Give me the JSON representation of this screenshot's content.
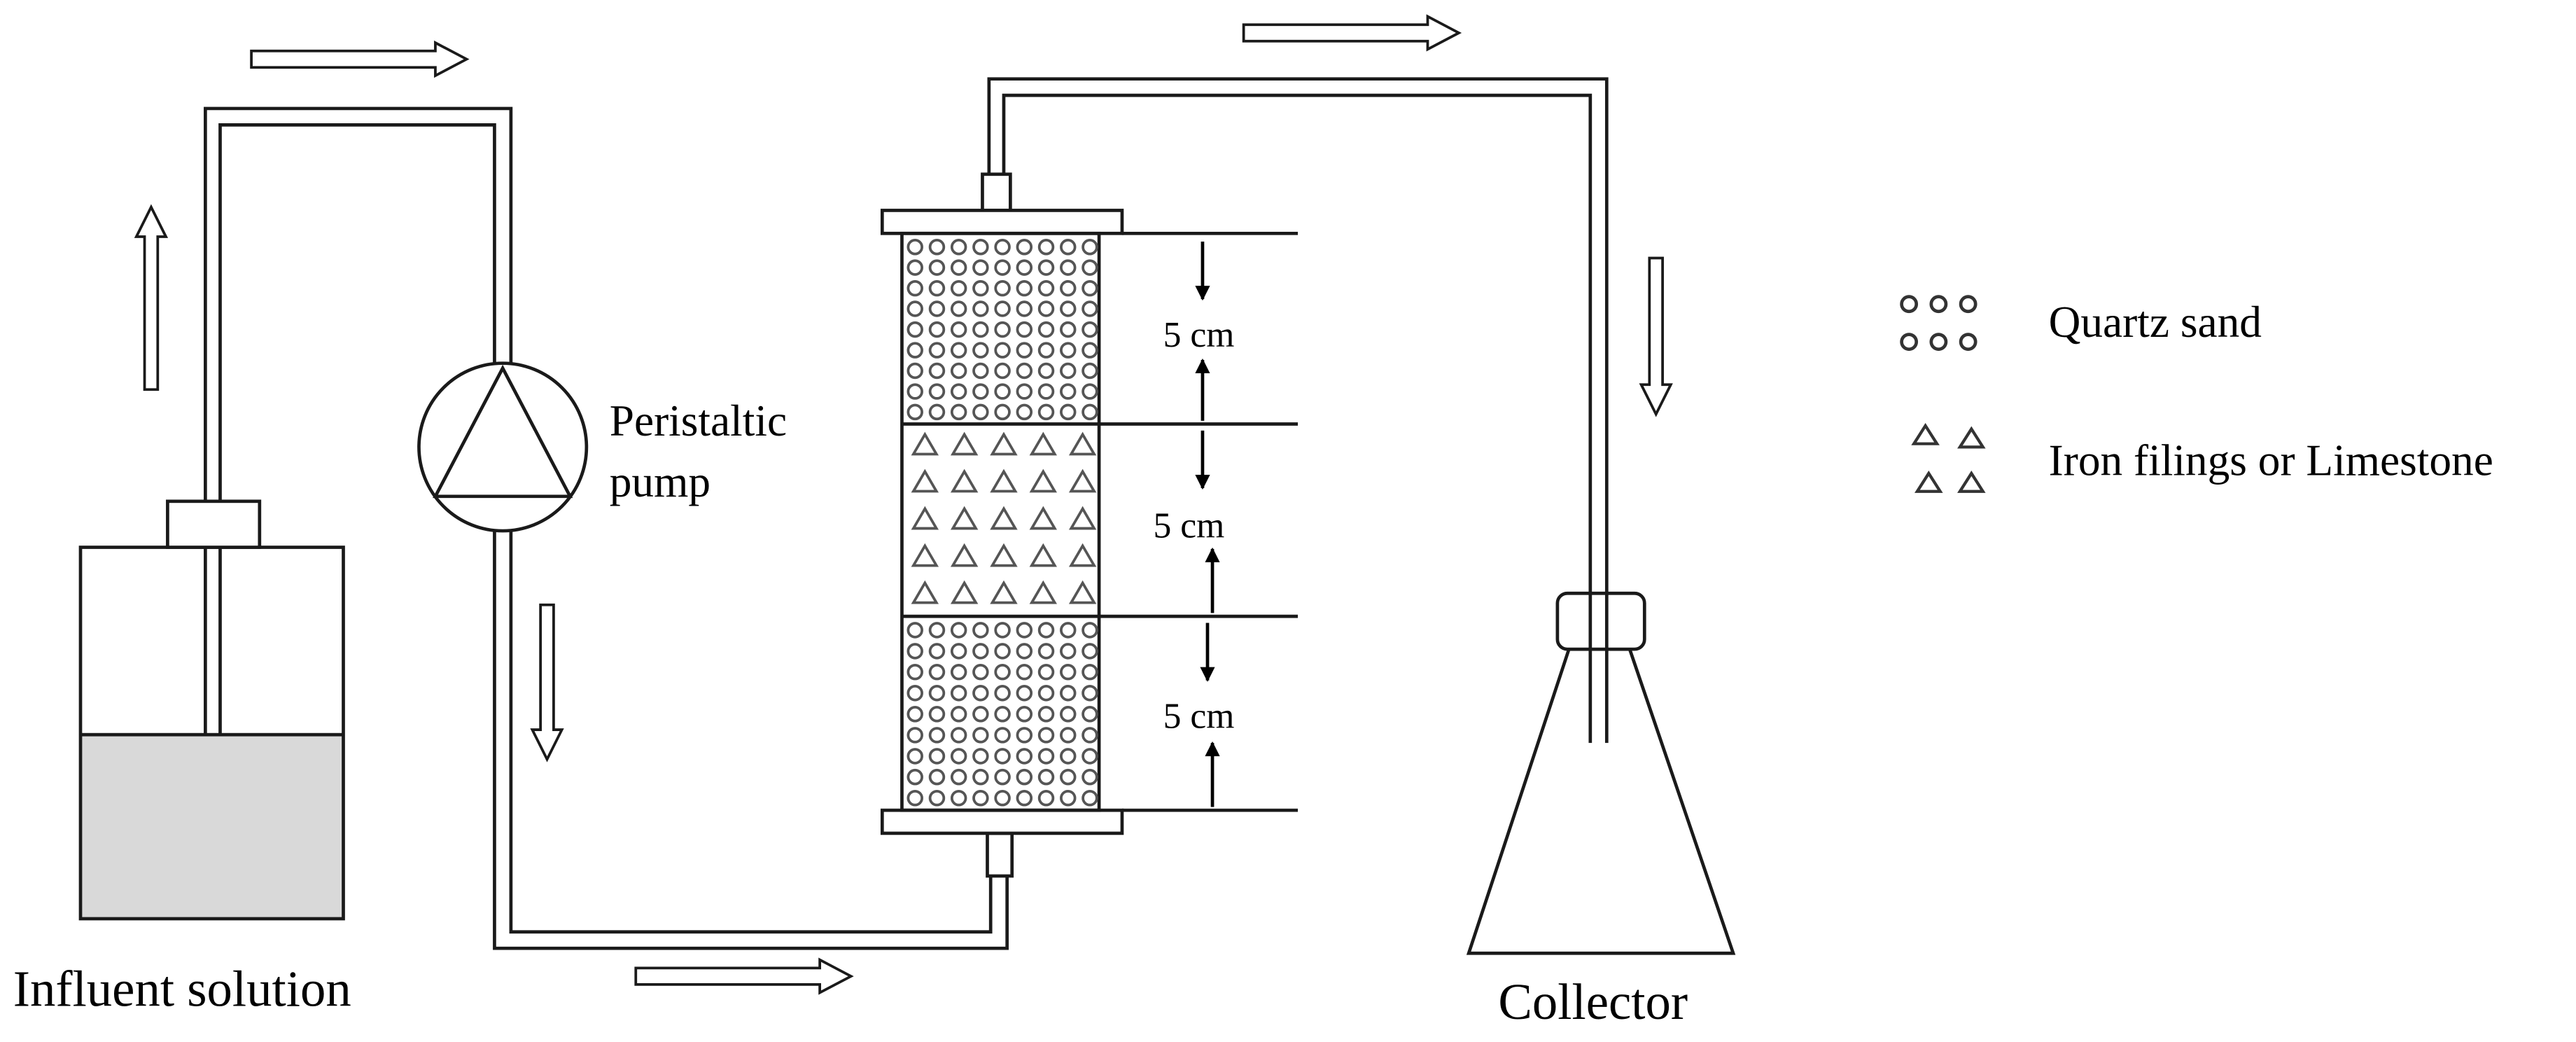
{
  "labels": {
    "influent": "Influent solution",
    "pump_line1": "Peristaltic",
    "pump_line2": "pump",
    "collector": "Collector",
    "segment_top": "5 cm",
    "segment_mid": "5 cm",
    "segment_bottom": "5 cm"
  },
  "legend": {
    "quartz": "Quartz sand",
    "iron": "Iron filings or Limestone"
  },
  "colors": {
    "line": "#1a1a1a",
    "solution_fill": "#d9d9d9",
    "packing_marks": "#555555"
  }
}
